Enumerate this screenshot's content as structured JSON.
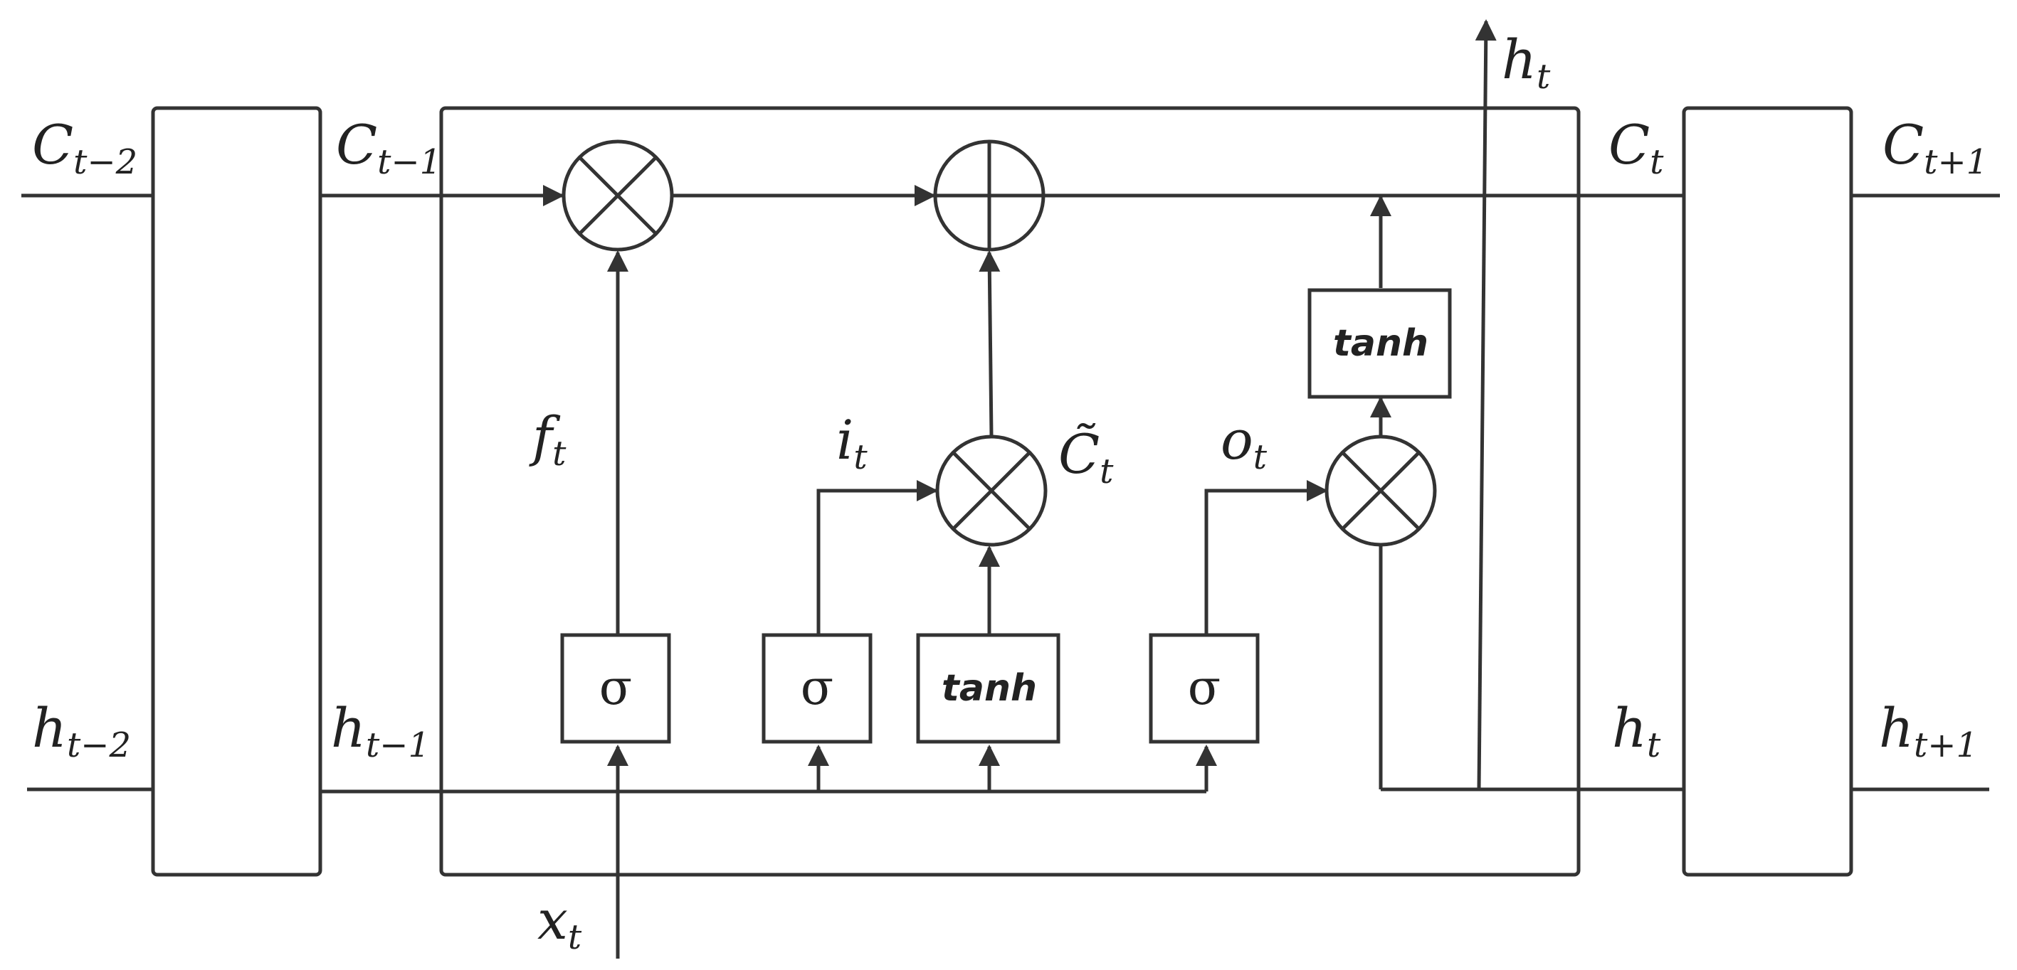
{
  "labels": {
    "c_t_minus_2": {
      "base": "C",
      "sub": "t−2"
    },
    "c_t_minus_1": {
      "base": "C",
      "sub": "t−1"
    },
    "c_t": {
      "base": "C",
      "sub": "t"
    },
    "c_t_plus_1": {
      "base": "C",
      "sub": "t+1"
    },
    "h_t_minus_2": {
      "base": "h",
      "sub": "t−2"
    },
    "h_t_minus_1": {
      "base": "h",
      "sub": "t−1"
    },
    "h_t_right": {
      "base": "h",
      "sub": "t"
    },
    "h_t_plus_1": {
      "base": "h",
      "sub": "t+1"
    },
    "h_t_top": {
      "base": "h",
      "sub": "t"
    },
    "x_t": {
      "base": "x",
      "sub": "t"
    },
    "f_t": {
      "base": "f",
      "sub": "t"
    },
    "i_t": {
      "base": "i",
      "sub": "t"
    },
    "o_t": {
      "base": "o",
      "sub": "t"
    },
    "c_tilde_t": {
      "base": "C̃",
      "sub": "t"
    }
  },
  "gates": {
    "forget_gate": "σ",
    "input_gate": "σ",
    "candidate": "tanh",
    "output_gate": "σ",
    "cell_output_tanh": "tanh"
  },
  "colors": {
    "line": "#333333",
    "text": "#222222",
    "background": "#ffffff"
  }
}
